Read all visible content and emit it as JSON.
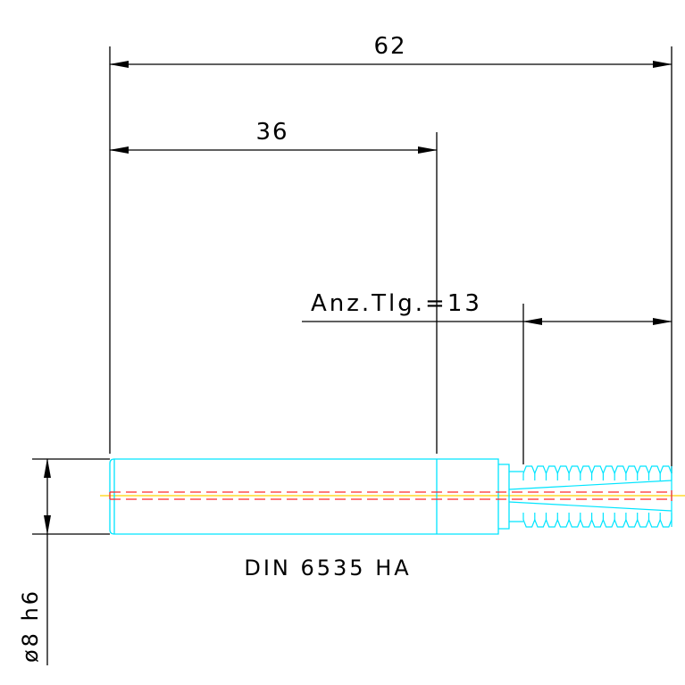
{
  "dimensions": {
    "overall_length": "62",
    "shank_length": "36",
    "thread_teeth": "Anz.Tlg.=13",
    "diameter": "ø8 h6"
  },
  "designation": "DIN 6535 HA",
  "colors": {
    "dimension_lines": "#000000",
    "tool_outline": "#00e5ff",
    "centerline": "#ffd400",
    "coolant_channel": "#ff2a2a"
  },
  "thread": {
    "tooth_count": 13
  }
}
